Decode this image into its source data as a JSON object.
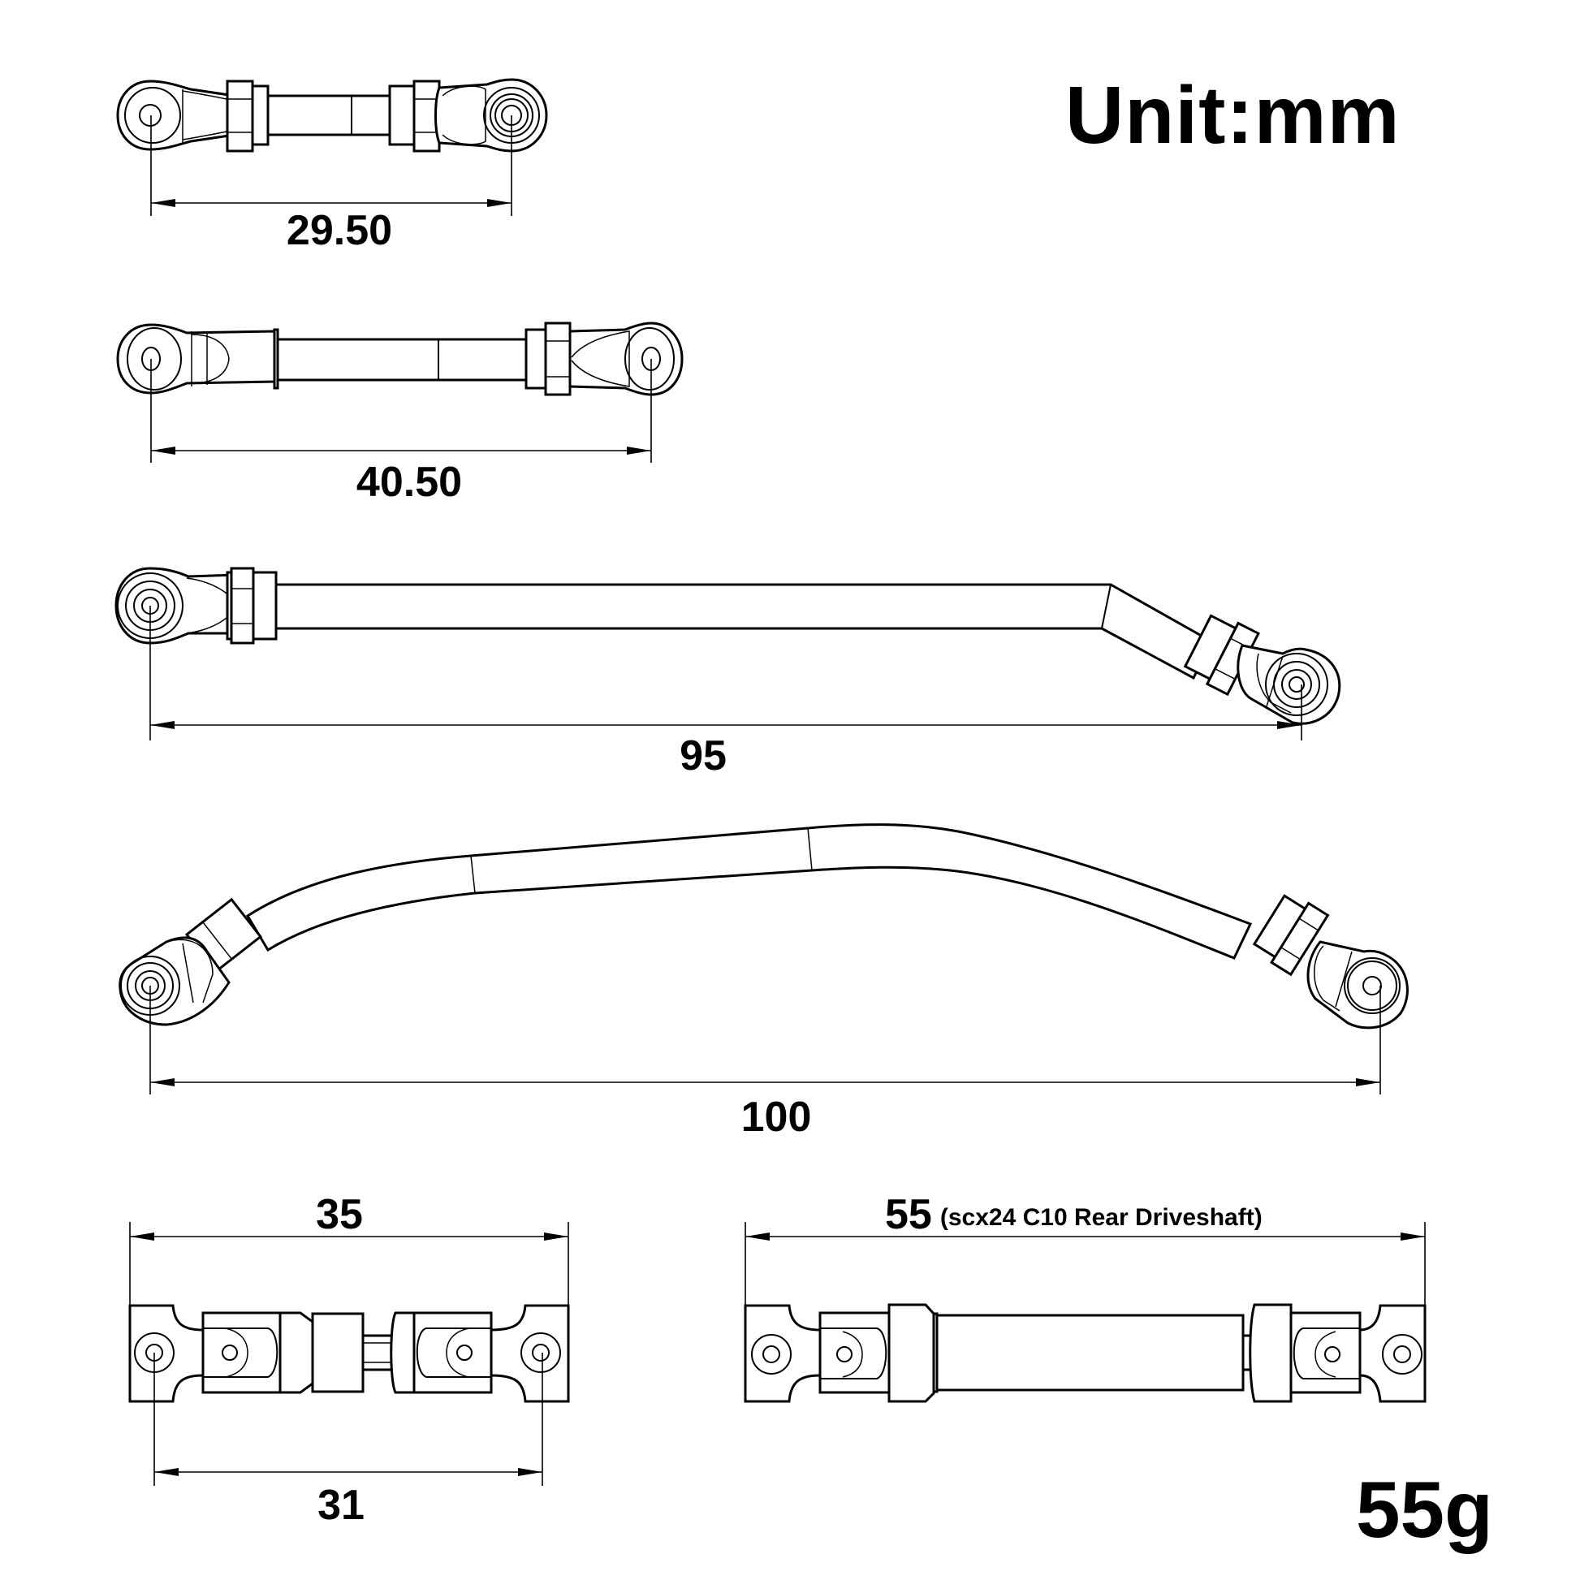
{
  "header": {
    "unit_label": "Unit:mm"
  },
  "footer": {
    "weight_label": "55g"
  },
  "parts": [
    {
      "id": "link-1",
      "type": "steering-link-straight",
      "dimension": "29.50"
    },
    {
      "id": "link-2",
      "type": "steering-link-straight",
      "dimension": "40.50"
    },
    {
      "id": "link-3",
      "type": "link-bent-end",
      "dimension": "95"
    },
    {
      "id": "link-4",
      "type": "link-arched",
      "dimension": "100"
    },
    {
      "id": "driveshaft-1",
      "type": "driveshaft",
      "dimension_overall": "35",
      "dimension_hole_to_hole": "31"
    },
    {
      "id": "driveshaft-2",
      "type": "driveshaft",
      "dimension_overall": "55",
      "note": "(scx24 C10 Rear Driveshaft)"
    }
  ],
  "colors": {
    "line": "#000000",
    "background": "#ffffff"
  }
}
